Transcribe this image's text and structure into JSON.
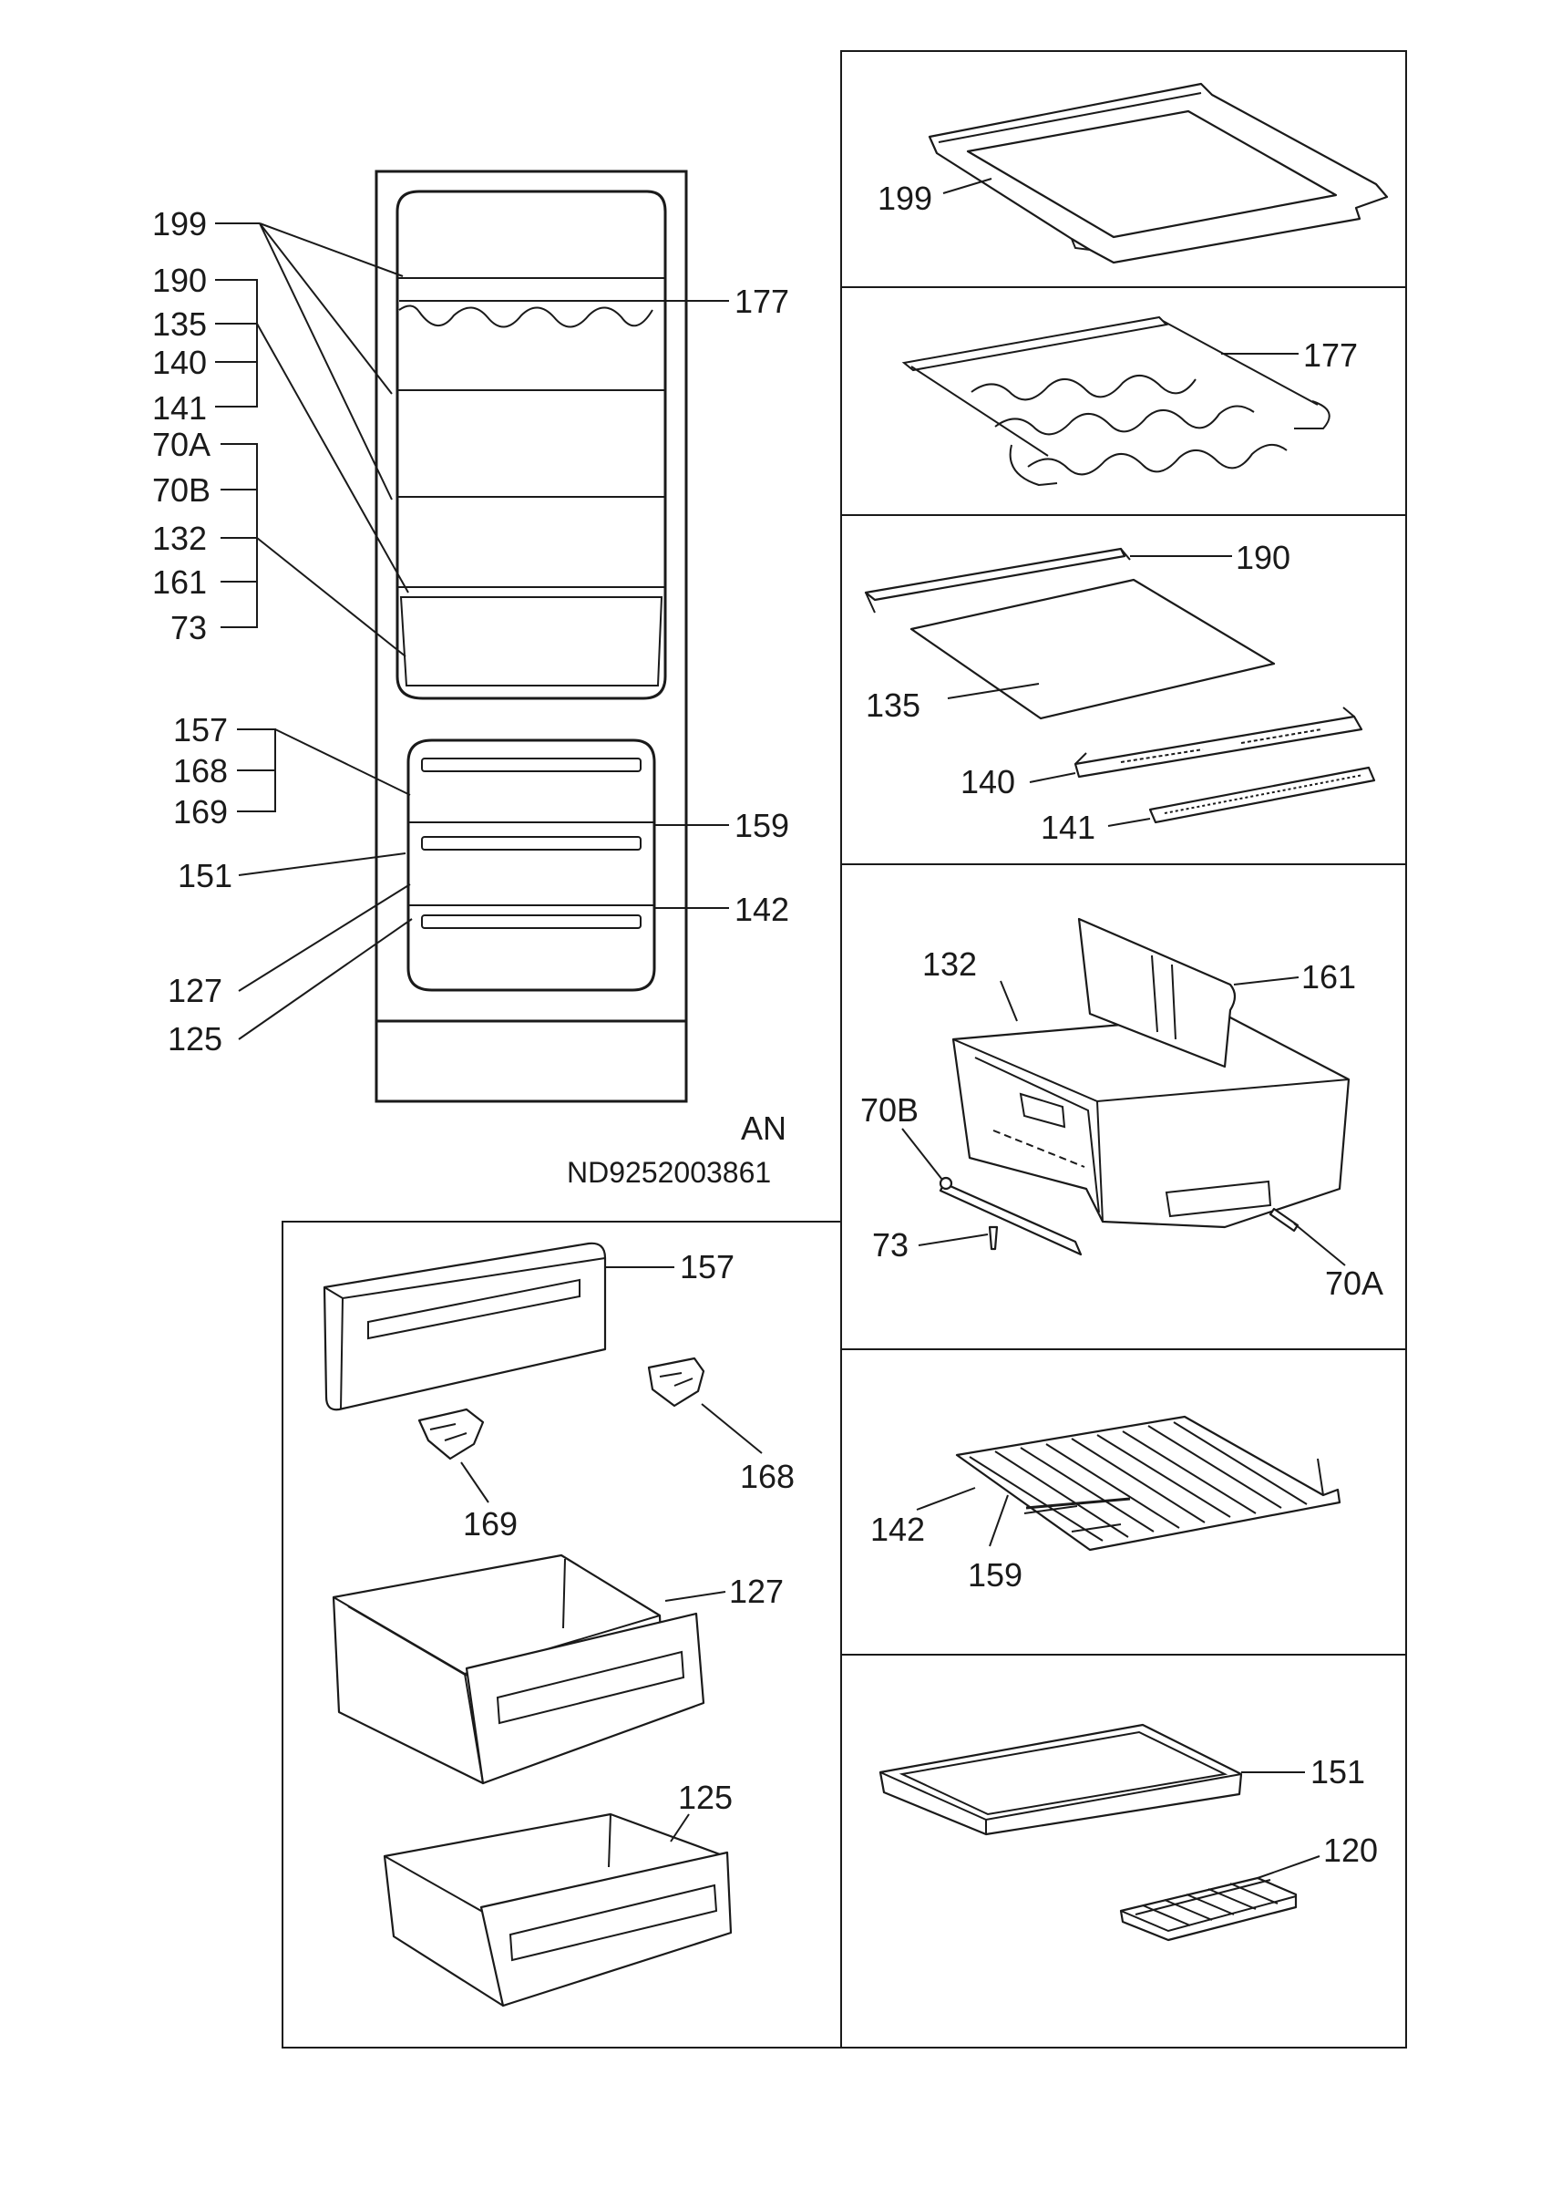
{
  "doc": {
    "variant": "AN",
    "drawing_number": "ND9252003861"
  },
  "left_callouts": {
    "l199": "199",
    "l190": "190",
    "l135": "135",
    "l140": "140",
    "l141": "141",
    "l70A": "70A",
    "l70B": "70B",
    "l132": "132",
    "l161": "161",
    "l73": "73",
    "l157": "157",
    "l168": "168",
    "l169": "169",
    "l151": "151",
    "l127": "127",
    "l125": "125",
    "r177": "177",
    "r159": "159",
    "r142": "142"
  },
  "panel_labels": {
    "p199": "199",
    "p177": "177",
    "p190": "190",
    "p135": "135",
    "p140": "140",
    "p141": "141",
    "p132": "132",
    "p161": "161",
    "p70B": "70B",
    "p73": "73",
    "p70A": "70A",
    "p157": "157",
    "p168": "168",
    "p169": "169",
    "p127": "127",
    "p125": "125",
    "p142": "142",
    "p159": "159",
    "p151": "151",
    "p120": "120"
  }
}
